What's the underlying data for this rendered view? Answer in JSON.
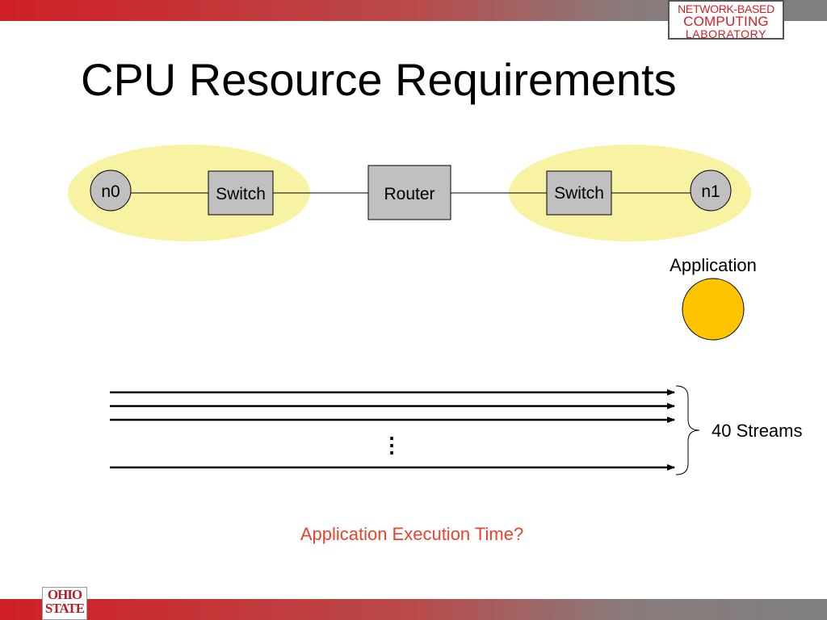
{
  "slide": {
    "title": "CPU Resource Requirements",
    "question": "Application Execution Time?",
    "lab_logo": {
      "line1": "NETWORK-BASED",
      "line2": "COMPUTING",
      "line3": "LABORATORY",
      "color": "#d21f26"
    },
    "footer_logo": {
      "line1": "OHIO",
      "line2": "STATE"
    }
  },
  "diagram": {
    "nodes": {
      "n0": "n0",
      "switch_left": "Switch",
      "router": "Router",
      "switch_right": "Switch",
      "n1": "n1",
      "application": "Application"
    },
    "streams": {
      "label": "40 Streams",
      "ellipsis": "⋮"
    },
    "colors": {
      "highlight": "#f8f3a3",
      "box": "#c0c0c0",
      "application": "#ffc400",
      "question": "#e8432c"
    }
  }
}
